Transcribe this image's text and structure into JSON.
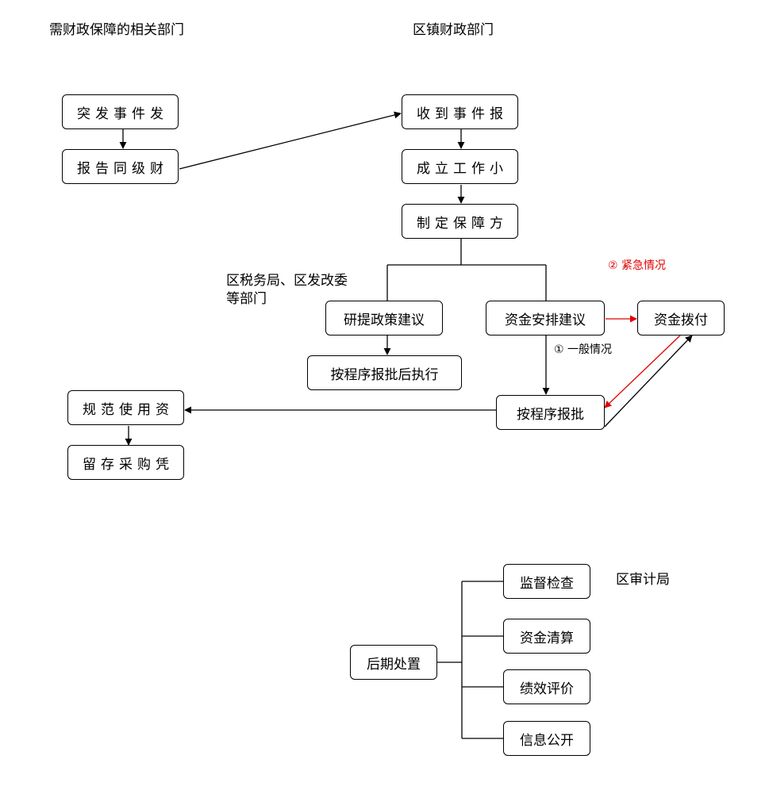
{
  "headers": {
    "left_column": "需财政保障的相关部门",
    "right_column": "区镇财政部门",
    "tax_dept": "区税务局、区发改委\n等部门",
    "audit": "区审计局"
  },
  "nodes": {
    "emergency_occurs": "突发事件发",
    "report_same_level": "报告同级财",
    "receive_report": "收到事件报",
    "set_up_team": "成立工作小",
    "make_plan": "制定保障方",
    "policy_proposal": "研提政策建议",
    "execute_after_approval": "按程序报批后执行",
    "fund_arrangement": "资金安排建议",
    "fund_allocation": "资金拨付",
    "approval_by_procedure": "按程序报批",
    "standard_use_funds": "规范使用资",
    "keep_purchase_voucher": "留存采购凭",
    "post_processing": "后期处置",
    "supervision_inspection": "监督检查",
    "fund_clearing": "资金清算",
    "performance_evaluation": "绩效评价",
    "information_disclosure": "信息公开"
  },
  "edge_labels": {
    "urgent": "②  紧急情况",
    "general": "①  一般情况"
  },
  "colors": {
    "urgent": "#e00000",
    "line": "#000000"
  }
}
